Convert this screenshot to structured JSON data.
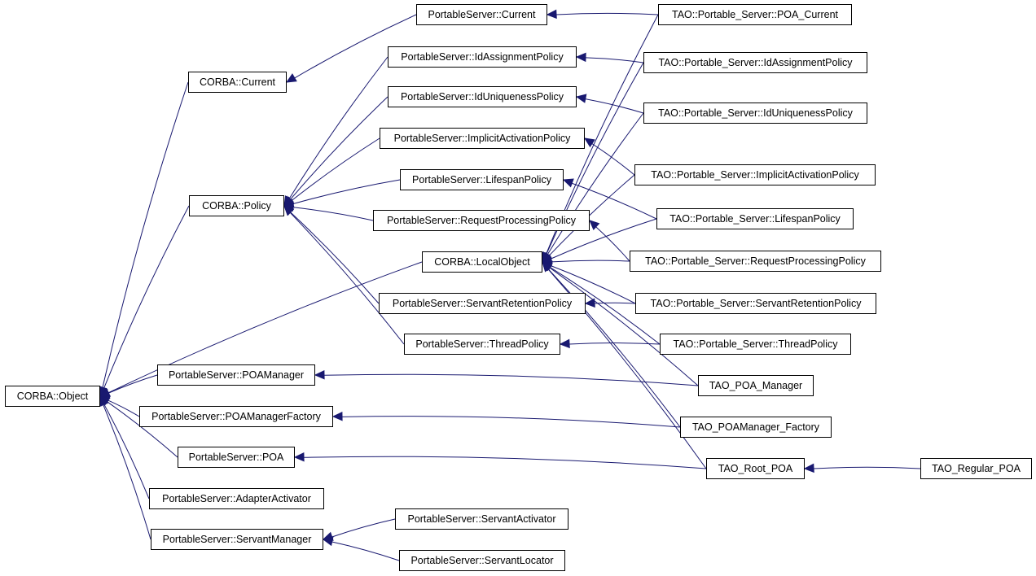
{
  "diagram": {
    "nodes": {
      "corba_object": "CORBA::Object",
      "corba_current": "CORBA::Current",
      "corba_policy": "CORBA::Policy",
      "corba_localobject": "CORBA::LocalObject",
      "ps_current": "PortableServer::Current",
      "ps_idassign": "PortableServer::IdAssignmentPolicy",
      "ps_iduniq": "PortableServer::IdUniquenessPolicy",
      "ps_implicit": "PortableServer::ImplicitActivationPolicy",
      "ps_lifespan": "PortableServer::LifespanPolicy",
      "ps_request": "PortableServer::RequestProcessingPolicy",
      "ps_servantret": "PortableServer::ServantRetentionPolicy",
      "ps_thread": "PortableServer::ThreadPolicy",
      "ps_poamanager": "PortableServer::POAManager",
      "ps_poamanagerfactory": "PortableServer::POAManagerFactory",
      "ps_poa": "PortableServer::POA",
      "ps_adapteractivator": "PortableServer::AdapterActivator",
      "ps_servantmanager": "PortableServer::ServantManager",
      "ps_servantactivator": "PortableServer::ServantActivator",
      "ps_servantlocator": "PortableServer::ServantLocator",
      "tao_poa_current": "TAO::Portable_Server::POA_Current",
      "tao_idassign": "TAO::Portable_Server::IdAssignmentPolicy",
      "tao_iduniq": "TAO::Portable_Server::IdUniquenessPolicy",
      "tao_implicit": "TAO::Portable_Server::ImplicitActivationPolicy",
      "tao_lifespan": "TAO::Portable_Server::LifespanPolicy",
      "tao_request": "TAO::Portable_Server::RequestProcessingPolicy",
      "tao_servantret": "TAO::Portable_Server::ServantRetentionPolicy",
      "tao_thread": "TAO::Portable_Server::ThreadPolicy",
      "tao_poa_manager": "TAO_POA_Manager",
      "tao_poamanager_factory": "TAO_POAManager_Factory",
      "tao_root_poa": "TAO_Root_POA",
      "tao_regular_poa": "TAO_Regular_POA"
    },
    "edge_color": "#191970",
    "edges": [
      [
        "corba_current",
        "corba_object"
      ],
      [
        "corba_policy",
        "corba_object"
      ],
      [
        "corba_localobject",
        "corba_object"
      ],
      [
        "ps_poamanager",
        "corba_object"
      ],
      [
        "ps_poamanagerfactory",
        "corba_object"
      ],
      [
        "ps_poa",
        "corba_object"
      ],
      [
        "ps_adapteractivator",
        "corba_object"
      ],
      [
        "ps_servantmanager",
        "corba_object"
      ],
      [
        "ps_current",
        "corba_current"
      ],
      [
        "ps_idassign",
        "corba_policy"
      ],
      [
        "ps_iduniq",
        "corba_policy"
      ],
      [
        "ps_implicit",
        "corba_policy"
      ],
      [
        "ps_lifespan",
        "corba_policy"
      ],
      [
        "ps_request",
        "corba_policy"
      ],
      [
        "ps_servantret",
        "corba_policy"
      ],
      [
        "ps_thread",
        "corba_policy"
      ],
      [
        "ps_servantactivator",
        "ps_servantmanager"
      ],
      [
        "ps_servantlocator",
        "ps_servantmanager"
      ],
      [
        "tao_poa_current",
        "ps_current"
      ],
      [
        "tao_idassign",
        "ps_idassign"
      ],
      [
        "tao_iduniq",
        "ps_iduniq"
      ],
      [
        "tao_implicit",
        "ps_implicit"
      ],
      [
        "tao_lifespan",
        "ps_lifespan"
      ],
      [
        "tao_request",
        "ps_request"
      ],
      [
        "tao_servantret",
        "ps_servantret"
      ],
      [
        "tao_thread",
        "ps_thread"
      ],
      [
        "tao_poa_manager",
        "ps_poamanager"
      ],
      [
        "tao_poamanager_factory",
        "ps_poamanagerfactory"
      ],
      [
        "tao_root_poa",
        "ps_poa"
      ],
      [
        "tao_regular_poa",
        "tao_root_poa"
      ],
      [
        "tao_poa_current",
        "corba_localobject"
      ],
      [
        "tao_idassign",
        "corba_localobject"
      ],
      [
        "tao_iduniq",
        "corba_localobject"
      ],
      [
        "tao_implicit",
        "corba_localobject"
      ],
      [
        "tao_lifespan",
        "corba_localobject"
      ],
      [
        "tao_request",
        "corba_localobject"
      ],
      [
        "tao_servantret",
        "corba_localobject"
      ],
      [
        "tao_thread",
        "corba_localobject"
      ],
      [
        "tao_poa_manager",
        "corba_localobject"
      ],
      [
        "tao_poamanager_factory",
        "corba_localobject"
      ],
      [
        "tao_root_poa",
        "corba_localobject"
      ]
    ]
  }
}
